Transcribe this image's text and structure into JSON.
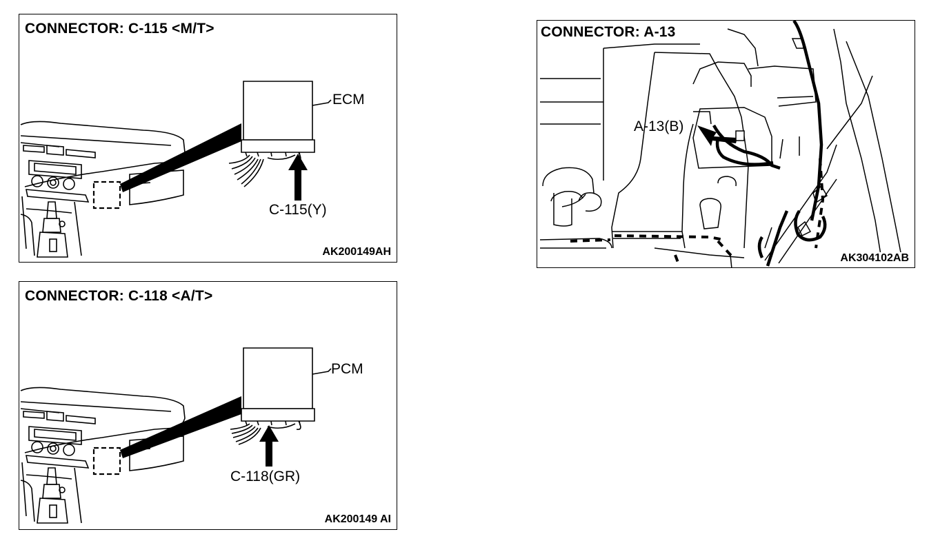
{
  "panels": [
    {
      "title": "CONNECTOR: C-115 <M/T>",
      "module_label": "ECM",
      "connector_label": "C-115(Y)",
      "code": "AK200149AH"
    },
    {
      "title": "CONNECTOR: C-118 <A/T>",
      "module_label": "PCM",
      "connector_label": "C-118(GR)",
      "code": "AK200149 AI"
    },
    {
      "title": "CONNECTOR: A-13",
      "connector_label": "A-13(B)",
      "code": "AK304102AB"
    }
  ]
}
